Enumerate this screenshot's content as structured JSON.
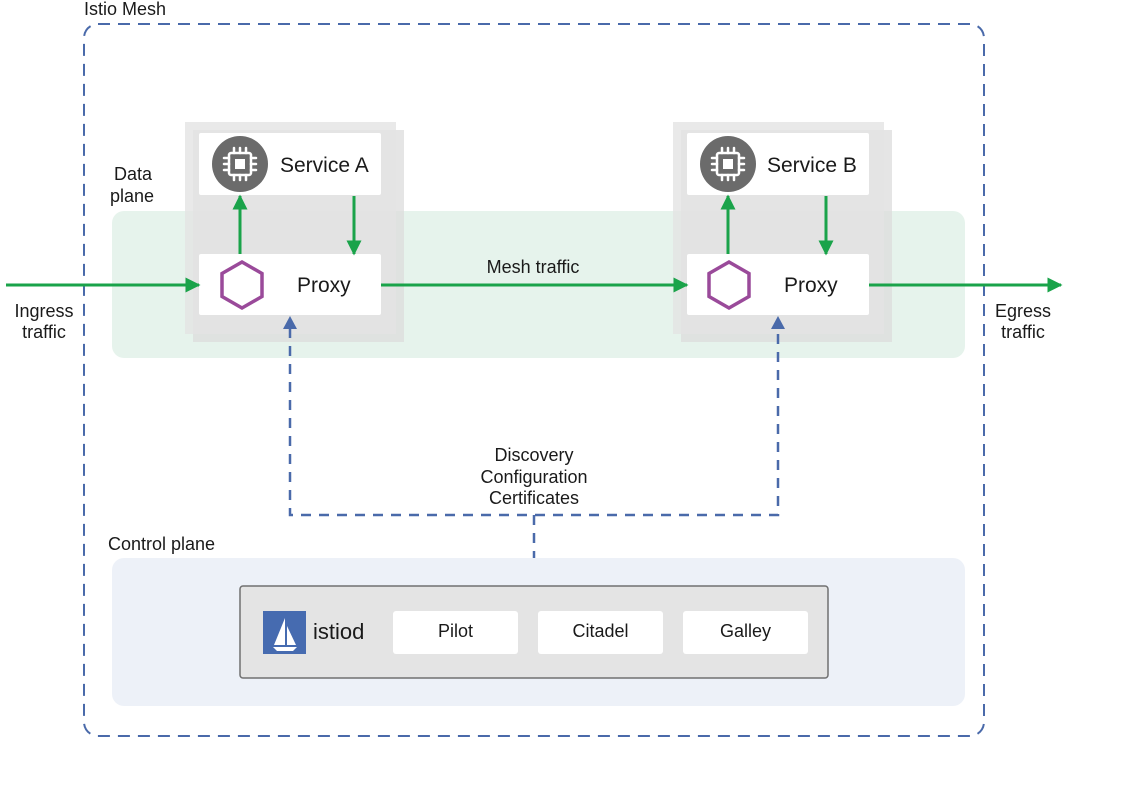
{
  "mesh": {
    "title": "Istio Mesh"
  },
  "data_plane": {
    "label_line1": "Data",
    "label_line2": "plane",
    "services": [
      {
        "name": "Service A",
        "proxy_label": "Proxy"
      },
      {
        "name": "Service B",
        "proxy_label": "Proxy"
      }
    ],
    "mesh_traffic_label": "Mesh traffic",
    "ingress": {
      "line1": "Ingress",
      "line2": "traffic"
    },
    "egress": {
      "line1": "Egress",
      "line2": "traffic"
    }
  },
  "control_link": {
    "line1": "Discovery",
    "line2": "Configuration",
    "line3": "Certificates"
  },
  "control_plane": {
    "label": "Control plane",
    "istiod_label": "istiod",
    "components": [
      "Pilot",
      "Citadel",
      "Galley"
    ]
  },
  "colors": {
    "mesh_border": "#4a6aaa",
    "data_plane_bg": "#e6f3ec",
    "control_plane_bg": "#edf1f8",
    "service_card_bg": "#e4e4e4",
    "arrow_green": "#1aa34a",
    "proxy_hex": "#9a4a9a",
    "chip_circle": "#6b6b6b",
    "control_arrow": "#4a6aaa",
    "istio_logo": "#466bb0"
  },
  "icons": {
    "service": "chip-icon",
    "proxy": "hexagon-icon",
    "istiod": "istio-logo-icon"
  }
}
